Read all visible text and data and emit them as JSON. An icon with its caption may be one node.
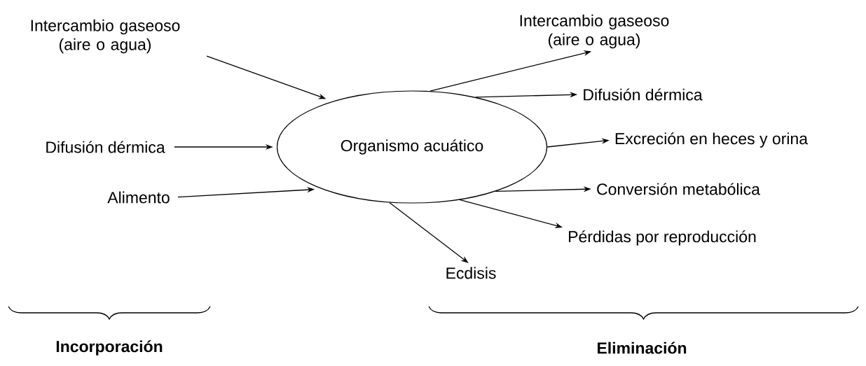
{
  "diagram": {
    "nodes": [
      {
        "text": [
          "Organismo acuático"
        ]
      },
      {
        "text": [
          "Intercambio gaseoso (aire o agua)"
        ]
      },
      {
        "text": [
          "Difusión dérmica"
        ]
      },
      {
        "text": [
          "Alimento"
        ]
      },
      {
        "text": [
          "Intercambio gaseoso (aire o agua)"
        ]
      },
      {
        "text": [
          "Difusión dérmica"
        ]
      },
      {
        "text": [
          "Excreción en heces y orina"
        ]
      },
      {
        "text": [
          "Conversión metabólica"
        ]
      },
      {
        "text": [
          "Pérdidas por reproducción"
        ]
      },
      {
        "text": [
          "Ecdisis"
        ]
      }
    ],
    "edges": [
      {
        "from": 1,
        "to": 0,
        "arrow": "to"
      },
      {
        "from": 2,
        "to": 0,
        "arrow": "to"
      },
      {
        "from": 3,
        "to": 0,
        "arrow": "to"
      },
      {
        "from": 0,
        "to": 4,
        "arrow": "to"
      },
      {
        "from": 0,
        "to": 5,
        "arrow": "to"
      },
      {
        "from": 0,
        "to": 6,
        "arrow": "to"
      },
      {
        "from": 0,
        "to": 7,
        "arrow": "to"
      },
      {
        "from": 0,
        "to": 8,
        "arrow": "to"
      },
      {
        "from": 0,
        "to": 9,
        "arrow": "to"
      }
    ],
    "labels": [
      "Incorporación",
      "Eliminación"
    ]
  }
}
